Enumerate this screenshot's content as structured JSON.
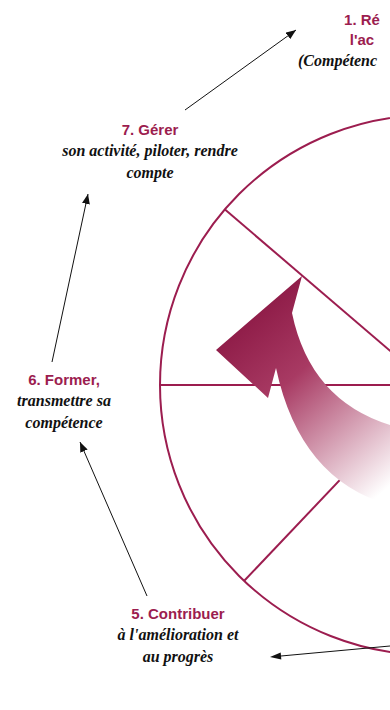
{
  "diagram": {
    "nodes": [
      {
        "text": [
          "1. Ré l'ac",
          "(Compétenc"
        ]
      },
      {
        "text": [
          "7. Gérer",
          "son activité, piloter, rendre compte"
        ]
      },
      {
        "text": [
          "6. Former,",
          "transmettre sa compétence"
        ]
      },
      {
        "text": [
          "5. Contribuer",
          "à l'amélioration et au progrès"
        ]
      }
    ],
    "edges": [
      {
        "from": 1,
        "to": 0,
        "arrow": "to"
      },
      {
        "from": 2,
        "to": 1,
        "arrow": "to"
      },
      {
        "from": 3,
        "to": 2,
        "arrow": "to"
      }
    ]
  }
}
